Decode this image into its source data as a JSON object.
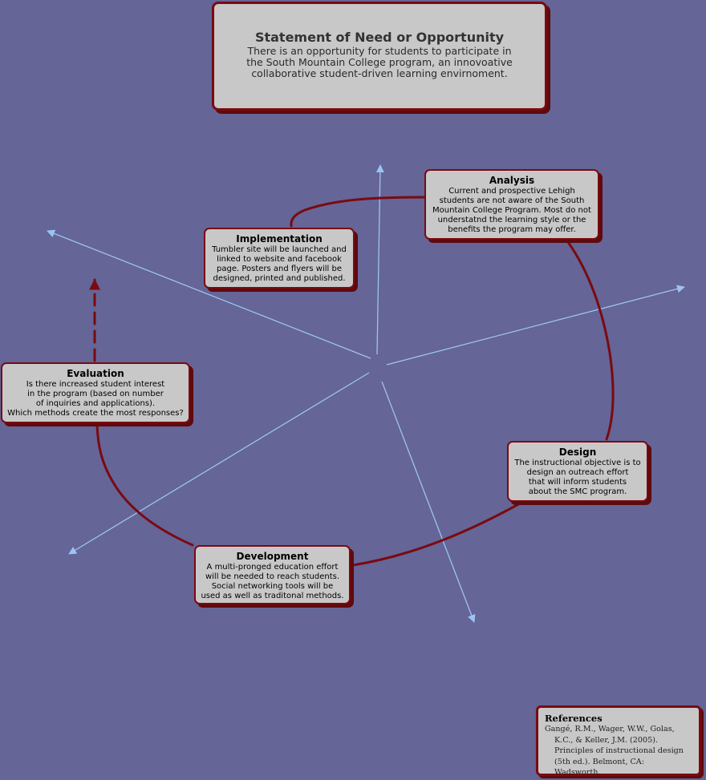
{
  "statement": {
    "title": "Statement of Need or Opportunity",
    "body": "There is an opportunity for students to participate in\nthe South Mountain College program, an innovoative\ncollaborative student-driven learning envirnoment."
  },
  "analysis": {
    "title": "Analysis",
    "body": "Current and prospective Lehigh\nstudents are not aware of the South\nMountain College Program. Most do not\nunderstatnd the learning style or the\nbenefits the program may offer."
  },
  "implementation": {
    "title": "Implementation",
    "body": "Tumbler site will be launched and\nlinked to website and facebook\npage. Posters and flyers will be\ndesigned, printed and published."
  },
  "evaluation": {
    "title": "Evaluation",
    "body": "Is there increased student interest\nin the program (based on number\nof inquiries and applications).\nWhich methods create the most responses?"
  },
  "design": {
    "title": "Design",
    "body": "The instructional objective is to\ndesign an outreach effort\nthat will inform students\nabout the SMC program."
  },
  "development": {
    "title": "Development",
    "body": "A multi-pronged education effort\nwill be needed to reach students.\nSocial networking tools will be\nused as well as traditonal methods."
  },
  "references": {
    "title": "References",
    "body": "Gangé, R.M., Wager, W.W., Golas, K.C., & Keller, J.M. (2005). Principles of instructional design (5th ed.). Belmont, CA: Wadsworth."
  },
  "colors": {
    "background": "#656597",
    "cycle_line": "#7a0a10",
    "radial_arrows": "#9cc4f2",
    "box_fill": "#c8c8c8"
  }
}
